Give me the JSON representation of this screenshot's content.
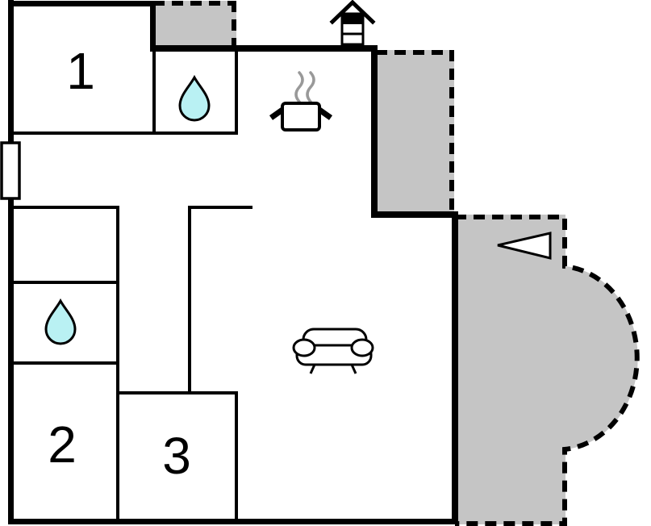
{
  "floorplan": {
    "rooms": [
      {
        "label": "1"
      },
      {
        "label": "2"
      },
      {
        "label": "3"
      }
    ],
    "icons": [
      "fireplace-icon",
      "stove-icon",
      "water-drop-icon-top-bathroom",
      "water-drop-icon-left-bathroom",
      "sofa-icon",
      "entrance-arrow-icon",
      "window"
    ],
    "colors": {
      "wall": "#000000",
      "terrace": "#c5c5c5",
      "water": "#b9f1f3",
      "steam": "#999999",
      "white": "#ffffff"
    }
  }
}
